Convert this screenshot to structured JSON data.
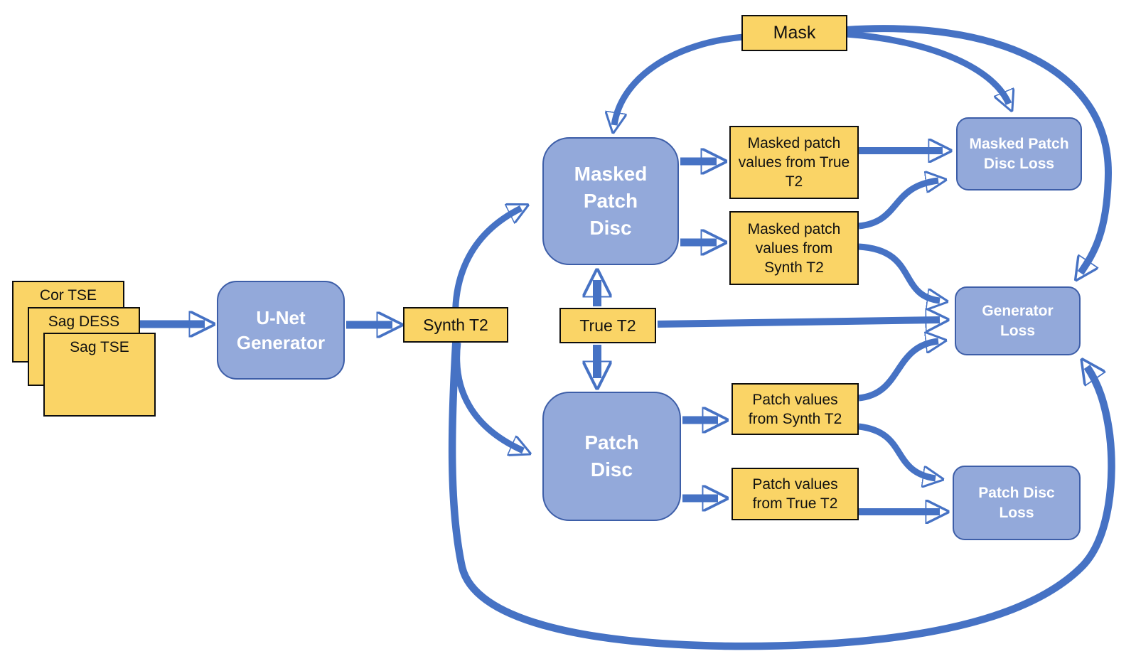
{
  "title": "GAN training diagram with U-Net generator, masked patch discriminator and patch discriminator",
  "colors": {
    "arrow": "#4672C4",
    "blue-fill": "#93A9DA",
    "blue-border": "#3D5EA8",
    "blue-text": "#FFFFFF",
    "yellow-fill": "#FAD466",
    "yellow-border": "#0D0D0D",
    "yellow-text": "#111111",
    "bg": "#FFFFFF"
  },
  "nodes": {
    "cor_tse": {
      "label": "Cor TSE"
    },
    "sag_dess": {
      "label": "Sag DESS"
    },
    "sag_tse": {
      "label": "Sag TSE"
    },
    "unet": {
      "label": "U-Net Generator"
    },
    "synth_t2": {
      "label": "Synth T2"
    },
    "true_t2": {
      "label": "True T2"
    },
    "mask": {
      "label": "Mask"
    },
    "masked_patch_disc": {
      "label": "Masked Patch Disc"
    },
    "patch_disc": {
      "label": "Patch Disc"
    },
    "masked_values_true": {
      "label": "Masked patch values from True T2"
    },
    "masked_values_synth": {
      "label": "Masked patch values from Synth T2"
    },
    "patch_values_synth": {
      "label": "Patch values from Synth T2"
    },
    "patch_values_true": {
      "label": "Patch values from True T2"
    },
    "masked_patch_disc_loss": {
      "label": "Masked Patch Disc Loss"
    },
    "generator_loss": {
      "label": "Generator Loss"
    },
    "patch_disc_loss": {
      "label": "Patch Disc Loss"
    }
  },
  "edges": [
    {
      "from": "input_stack",
      "to": "unet"
    },
    {
      "from": "unet",
      "to": "synth_t2"
    },
    {
      "from": "synth_t2",
      "to": "masked_patch_disc"
    },
    {
      "from": "synth_t2",
      "to": "patch_disc"
    },
    {
      "from": "synth_t2",
      "to": "generator_loss"
    },
    {
      "from": "true_t2",
      "to": "masked_patch_disc"
    },
    {
      "from": "true_t2",
      "to": "patch_disc"
    },
    {
      "from": "true_t2",
      "to": "generator_loss"
    },
    {
      "from": "mask",
      "to": "masked_patch_disc"
    },
    {
      "from": "mask",
      "to": "masked_patch_disc_loss"
    },
    {
      "from": "mask",
      "to": "generator_loss"
    },
    {
      "from": "masked_patch_disc",
      "to": "masked_values_true"
    },
    {
      "from": "masked_patch_disc",
      "to": "masked_values_synth"
    },
    {
      "from": "patch_disc",
      "to": "patch_values_synth"
    },
    {
      "from": "patch_disc",
      "to": "patch_values_true"
    },
    {
      "from": "masked_values_true",
      "to": "masked_patch_disc_loss"
    },
    {
      "from": "masked_values_synth",
      "to": "masked_patch_disc_loss"
    },
    {
      "from": "masked_values_synth",
      "to": "generator_loss"
    },
    {
      "from": "patch_values_synth",
      "to": "generator_loss"
    },
    {
      "from": "patch_values_synth",
      "to": "patch_disc_loss"
    },
    {
      "from": "patch_values_true",
      "to": "patch_disc_loss"
    }
  ]
}
